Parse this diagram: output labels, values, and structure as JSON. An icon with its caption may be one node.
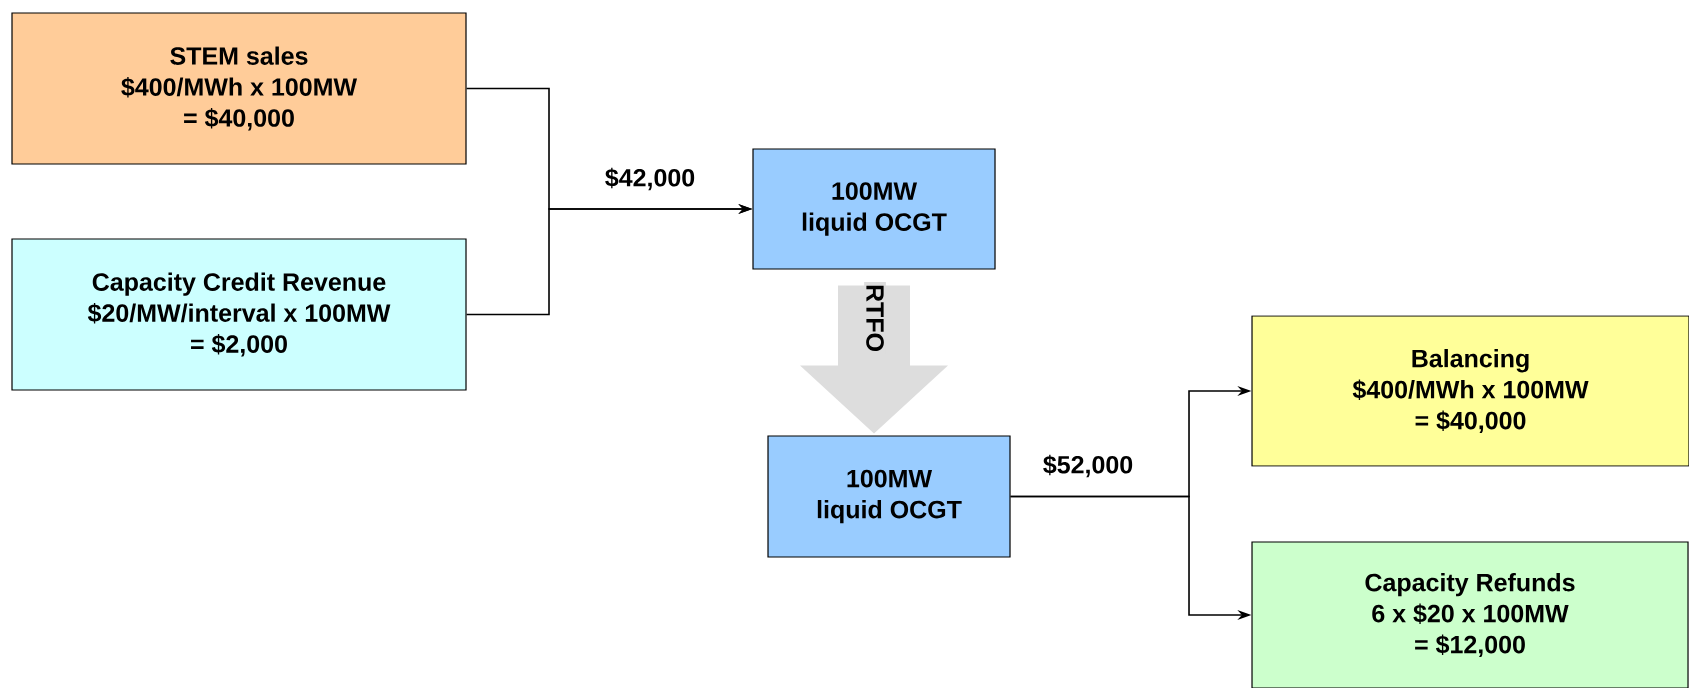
{
  "diagram": {
    "nodes": [
      {
        "text": [
          "STEM sales",
          "$400/MWh x 100MW",
          "= $40,000"
        ]
      },
      {
        "text": [
          "Capacity Credit Revenue",
          "$20/MW/interval x 100MW",
          "= $2,000"
        ]
      },
      {
        "text": [
          "100MW",
          "liquid OCGT"
        ]
      },
      {
        "text": [
          "100MW",
          "liquid OCGT"
        ]
      },
      {
        "text": [
          "Balancing",
          "$400/MWh x 100MW",
          "= $40,000"
        ]
      },
      {
        "text": [
          "Capacity Refunds",
          "6 x $20 x 100MW",
          "= $12,000"
        ]
      }
    ],
    "edges": [
      {
        "from": 0,
        "to": 2,
        "arrow": "to",
        "label": "$42,000"
      },
      {
        "from": 1,
        "to": 2,
        "arrow": "to"
      },
      {
        "from": 2,
        "to": 3,
        "arrow": "to",
        "label": "RTFO",
        "style": "thick",
        "color": "#dddddd"
      },
      {
        "from": 3,
        "to": 4,
        "arrow": "to",
        "label": "$52,000"
      },
      {
        "from": 3,
        "to": 5,
        "arrow": "to"
      }
    ]
  }
}
